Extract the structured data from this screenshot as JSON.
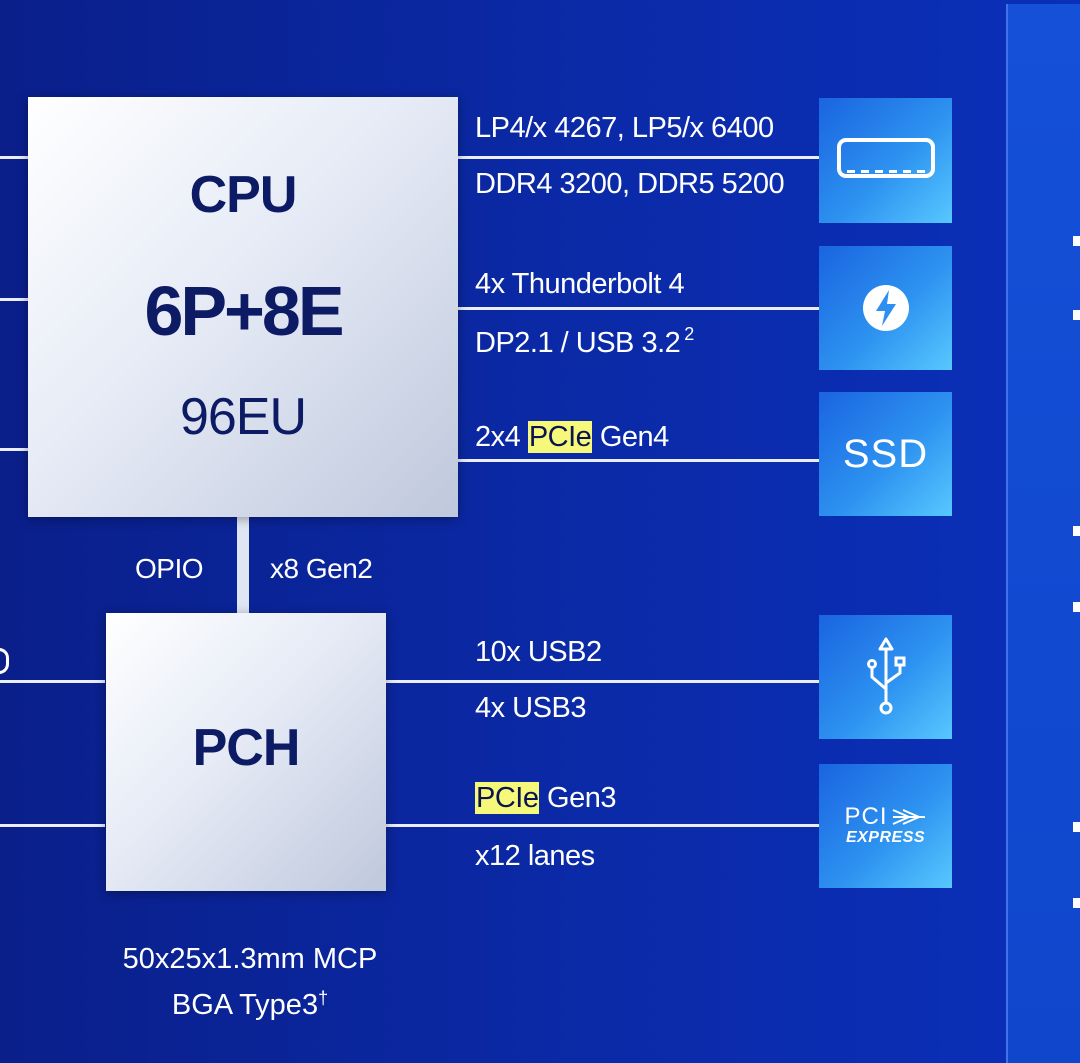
{
  "cpu": {
    "title": "CPU",
    "cores": "6P+8E",
    "eu": "96EU"
  },
  "pch": {
    "title": "PCH"
  },
  "link": {
    "left": "OPIO",
    "right": "x8 Gen2"
  },
  "memory": {
    "line1": "LP4/x 4267, LP5/x 6400",
    "line2": "DDR4 3200, DDR5 5200",
    "icon": "memory-module-icon"
  },
  "thunderbolt": {
    "line1": "4x Thunderbolt 4",
    "line2": "DP2.1 / USB 3.2",
    "footnote": "2",
    "icon": "thunderbolt-icon"
  },
  "ssd": {
    "prefix": "2x4 ",
    "highlight": "PCIe",
    "suffix": " Gen4",
    "tile": "SSD"
  },
  "usb": {
    "line1": "10x USB2",
    "line2": "4x USB3",
    "icon": "usb-icon"
  },
  "pcie": {
    "highlight": "PCIe",
    "suffix": " Gen3",
    "line2": "x12 lanes",
    "logo_top": "PCI",
    "logo_bottom": "EXPRESS"
  },
  "package": {
    "line1": "50x25x1.3mm MCP",
    "line2": "BGA Type3",
    "mark": "†"
  },
  "colors": {
    "background": "#0b2aa8",
    "highlight": "#f6f87a",
    "chip_text": "#0c1b63"
  }
}
